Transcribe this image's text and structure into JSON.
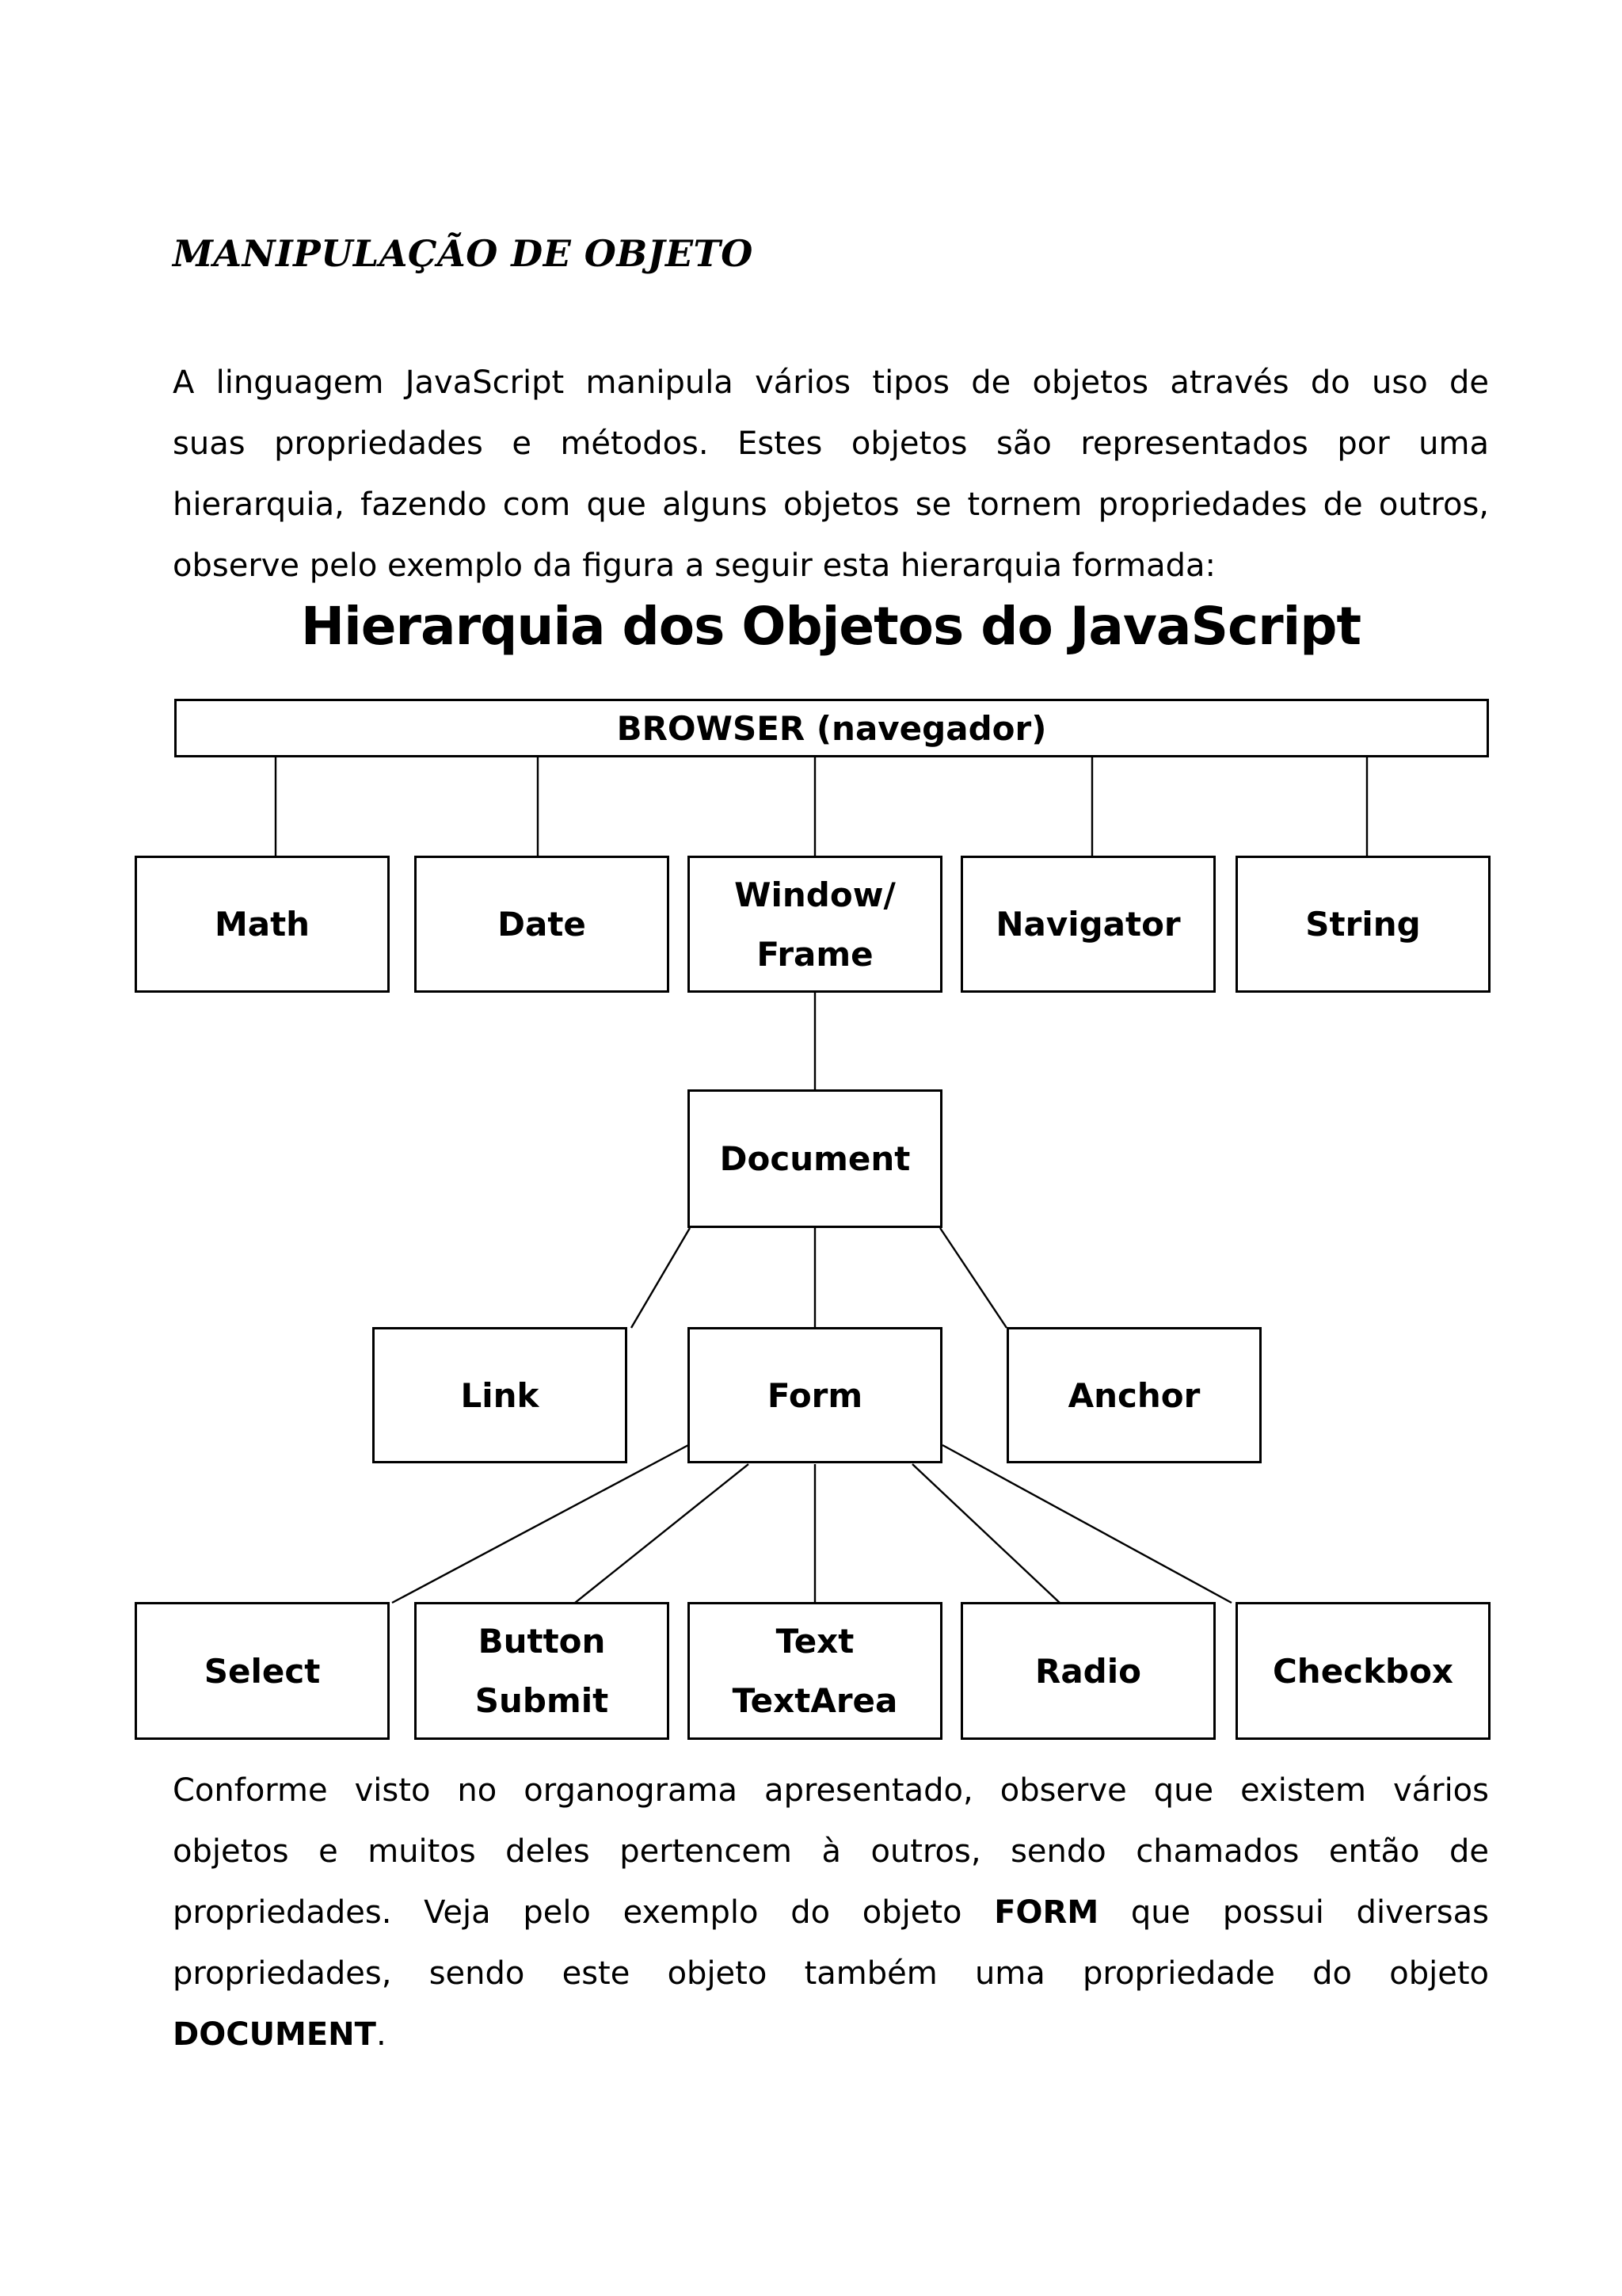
{
  "title": "MANIPULAÇÃO DE OBJETO",
  "intro_paragraph": {
    "lines": [
      "A linguagem JavaScript manipula vários tipos de objetos através do uso de",
      "suas propriedades e métodos. Estes objetos são representados por uma",
      "hierarquia, fazendo com que alguns objetos se tornem propriedades de outros,",
      "observe pelo exemplo da figura a seguir esta hierarquia formada:"
    ]
  },
  "diagram": {
    "heading": "Hierarquia dos Objetos do JavaScript",
    "root": {
      "label": "BROWSER (navegador)"
    },
    "level2": [
      {
        "label": "Math"
      },
      {
        "label": "Date"
      },
      {
        "lines": [
          "Window/",
          "Frame"
        ]
      },
      {
        "label": "Navigator"
      },
      {
        "label": "String"
      }
    ],
    "level3": {
      "label": "Document"
    },
    "level4": [
      {
        "label": "Link"
      },
      {
        "label": "Form"
      },
      {
        "label": "Anchor"
      }
    ],
    "level5": [
      {
        "label": "Select"
      },
      {
        "lines": [
          "Button",
          "Submit"
        ]
      },
      {
        "lines": [
          "Text",
          "TextArea"
        ]
      },
      {
        "label": "Radio"
      },
      {
        "label": "Checkbox"
      }
    ],
    "line_color": "#000000",
    "connectors": [
      [
        348,
        956,
        348,
        1080
      ],
      [
        679,
        956,
        679,
        1080
      ],
      [
        1029,
        956,
        1029,
        1080
      ],
      [
        1379,
        956,
        1379,
        1080
      ],
      [
        1726,
        956,
        1726,
        1080
      ],
      [
        1029,
        1253,
        1029,
        1376
      ],
      [
        1029,
        1550,
        1029,
        1676
      ],
      [
        871,
        1550,
        797,
        1676
      ],
      [
        1187,
        1550,
        1271,
        1676
      ],
      [
        871,
        1823,
        495,
        2023
      ],
      [
        945,
        1848,
        726,
        2023
      ],
      [
        1029,
        1848,
        1029,
        2023
      ],
      [
        1152,
        1848,
        1338,
        2023
      ],
      [
        1190,
        1824,
        1555,
        2023
      ]
    ]
  },
  "closing_paragraph": {
    "line1": "Conforme visto no organograma apresentado, observe que existem vários",
    "line2": "objetos e muitos deles pertencem à outros, sendo chamados então de",
    "line3_pre": "propriedades. Veja pelo exemplo do objeto ",
    "line3_bold": "FORM",
    "line3_post": " que possui diversas",
    "line4": "propriedades, sendo este objeto também uma propriedade do objeto",
    "line5_bold": "DOCUMENT",
    "line5_post": "."
  }
}
